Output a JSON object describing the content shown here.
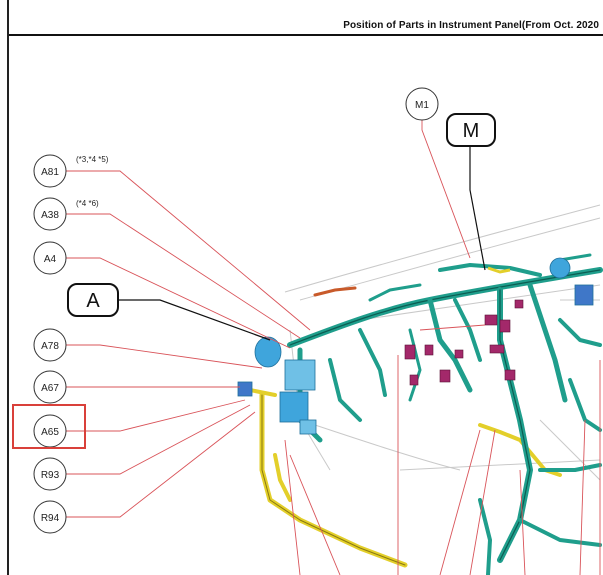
{
  "header": {
    "title": "Position of Parts in Instrument Panel(From Oct. 2020"
  },
  "callouts": [
    {
      "id": "A81",
      "label": "A81",
      "note": "(*3,*4 *5)"
    },
    {
      "id": "A38",
      "label": "A38",
      "note": "(*4 *6)"
    },
    {
      "id": "A4",
      "label": "A4",
      "note": ""
    },
    {
      "id": "A78",
      "label": "A78",
      "note": ""
    },
    {
      "id": "A67",
      "label": "A67",
      "note": ""
    },
    {
      "id": "A65",
      "label": "A65",
      "note": ""
    },
    {
      "id": "R93",
      "label": "R93",
      "note": ""
    },
    {
      "id": "R94",
      "label": "R94",
      "note": ""
    },
    {
      "id": "M1",
      "label": "M1",
      "note": ""
    }
  ],
  "group_boxes": [
    {
      "id": "A",
      "label": "A"
    },
    {
      "id": "M",
      "label": "M"
    }
  ],
  "highlighted_callout": "A65",
  "colors": {
    "harness_teal": "#1f9e8c",
    "harness_yellow": "#e3cf2a",
    "leader_red": "#d9545a",
    "leader_black": "#111111",
    "highlight": "#d9403a",
    "connector_magenta": "#a3286a",
    "module_blue": "#3fa5dc"
  }
}
